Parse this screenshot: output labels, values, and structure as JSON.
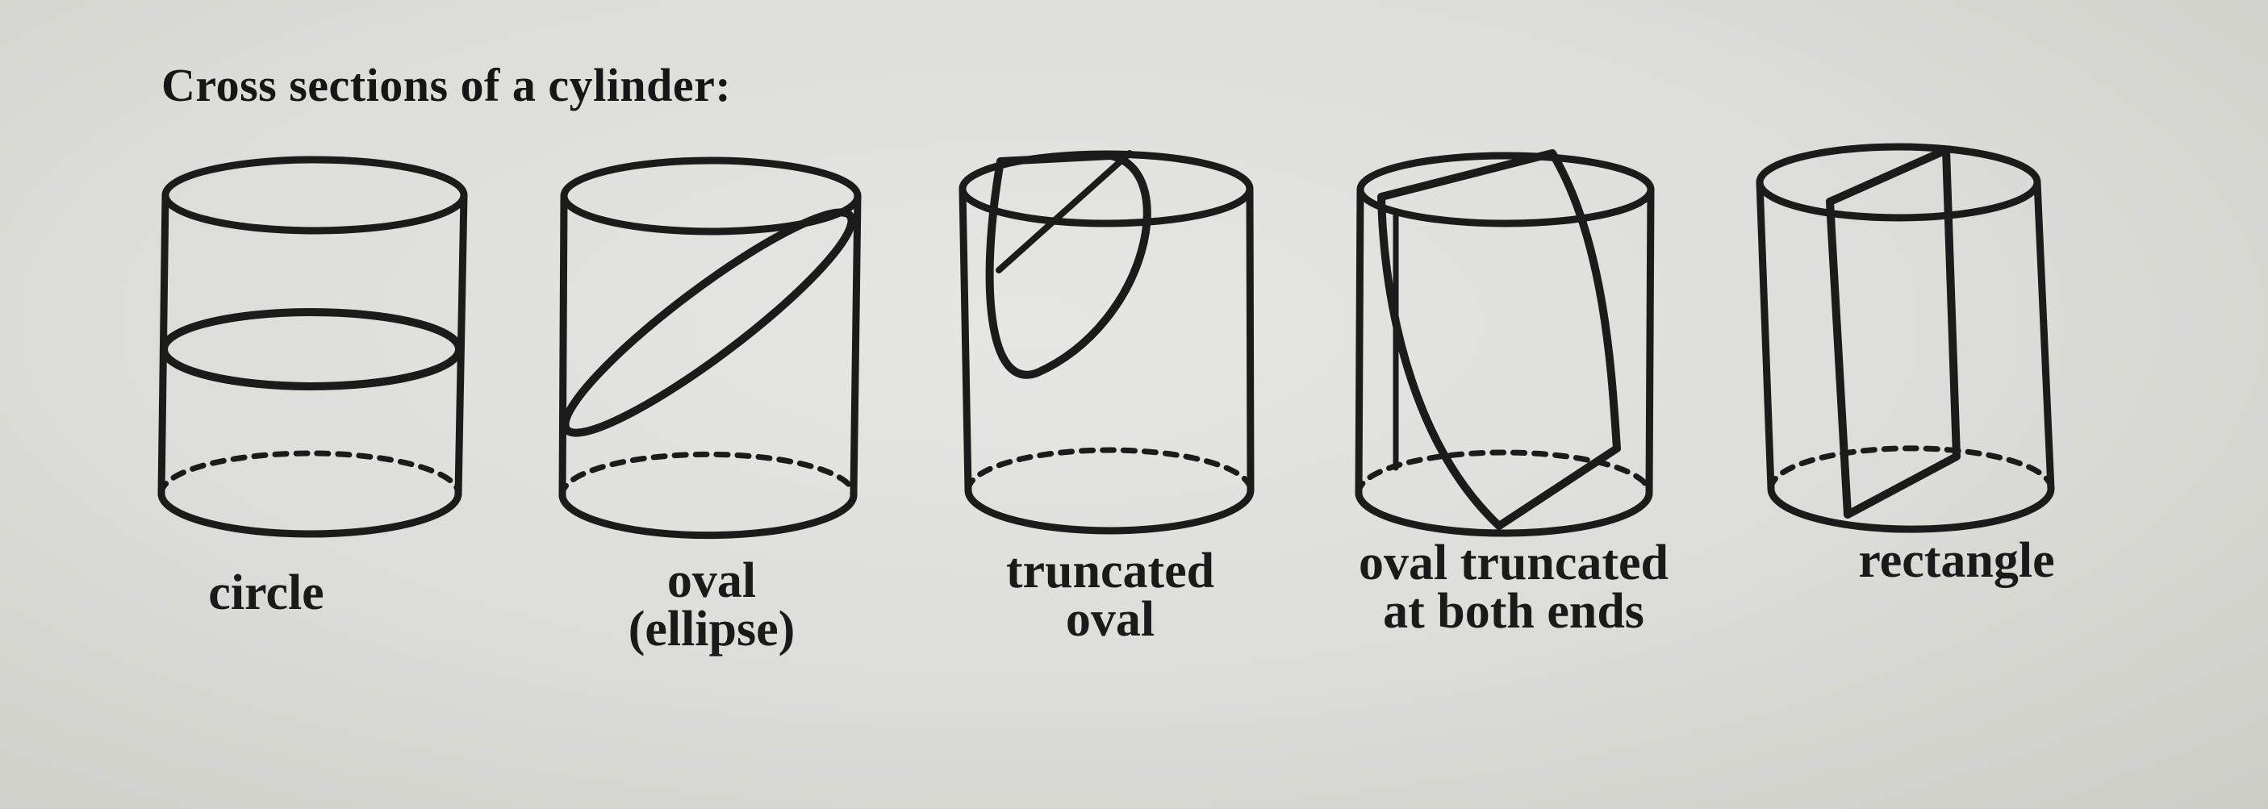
{
  "heading": "Cross sections of a cylinder:",
  "figures": [
    {
      "caption_lines": [
        "circle"
      ]
    },
    {
      "caption_lines": [
        "oval",
        "(ellipse)"
      ]
    },
    {
      "caption_lines": [
        "truncated",
        "oval"
      ]
    },
    {
      "caption_lines": [
        "oval truncated",
        "at both ends"
      ]
    },
    {
      "caption_lines": [
        "rectangle"
      ]
    }
  ],
  "colors": {
    "paper": "#dcdcd8",
    "ink": "#1a1a1a"
  }
}
